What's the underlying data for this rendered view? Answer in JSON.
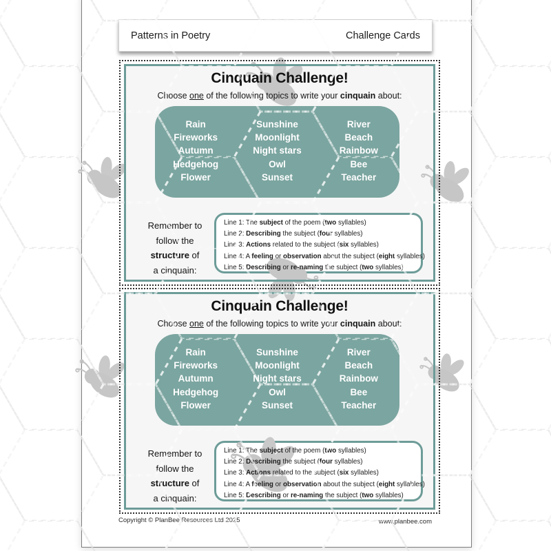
{
  "header": {
    "title_left": "Patterns in Poetry",
    "title_right": "Challenge Cards"
  },
  "footer": {
    "copyright": "Copyright © PlanBee Resources Ltd 2025",
    "website": "www.planbee.com"
  },
  "colors": {
    "teal_fill": "#7BA5A0",
    "teal_border": "#6D9C98",
    "bee_gray": "#C6C6C6",
    "hex_line": "#D4D4D4",
    "text": "#1B1B1B"
  },
  "icons": {
    "bee": "bee-icon"
  },
  "card": {
    "title": "Cinquain Challenge!",
    "subtitle": {
      "choose": "Choose ",
      "one": "one",
      "mid": " of the following topics to write your ",
      "cinquain": "cinquain",
      "about": " about:"
    },
    "topics": {
      "columns": [
        [
          "Rain",
          "Fireworks",
          "Autumn",
          "Hedgehog",
          "Flower"
        ],
        [
          "Sunshine",
          "Moonlight",
          "Night stars",
          "Owl",
          "Sunset"
        ],
        [
          "River",
          "Beach",
          "Rainbow",
          "Bee",
          "Teacher"
        ]
      ]
    },
    "reminder": {
      "l1": "Remember to",
      "l2": "follow the",
      "l3_bold": "structure",
      "l3_rest": " of",
      "l4": "a cinquain:"
    },
    "structure_lines": [
      [
        {
          "t": "Line 1: The ",
          "b": false
        },
        {
          "t": "subject",
          "b": true
        },
        {
          "t": " of the poem (",
          "b": false
        },
        {
          "t": "two",
          "b": true
        },
        {
          "t": " syllables)",
          "b": false
        }
      ],
      [
        {
          "t": "Line 2: ",
          "b": false
        },
        {
          "t": "Describing",
          "b": true
        },
        {
          "t": " the subject (",
          "b": false
        },
        {
          "t": "four",
          "b": true
        },
        {
          "t": " syllables)",
          "b": false
        }
      ],
      [
        {
          "t": "Line 3: ",
          "b": false
        },
        {
          "t": "Actions",
          "b": true
        },
        {
          "t": " related to the subject (",
          "b": false
        },
        {
          "t": "six",
          "b": true
        },
        {
          "t": " syllables)",
          "b": false
        }
      ],
      [
        {
          "t": "Line 4: A ",
          "b": false
        },
        {
          "t": "feeling",
          "b": true
        },
        {
          "t": " or ",
          "b": false
        },
        {
          "t": "observation",
          "b": true
        },
        {
          "t": " about the subject (",
          "b": false
        },
        {
          "t": "eight",
          "b": true
        },
        {
          "t": " syllables)",
          "b": false
        }
      ],
      [
        {
          "t": "Line 5: ",
          "b": false
        },
        {
          "t": "Describing",
          "b": true
        },
        {
          "t": " or ",
          "b": false
        },
        {
          "t": "re-naming",
          "b": true
        },
        {
          "t": " the subject (",
          "b": false
        },
        {
          "t": "two",
          "b": true
        },
        {
          "t": " syllables)",
          "b": false
        }
      ]
    ]
  }
}
